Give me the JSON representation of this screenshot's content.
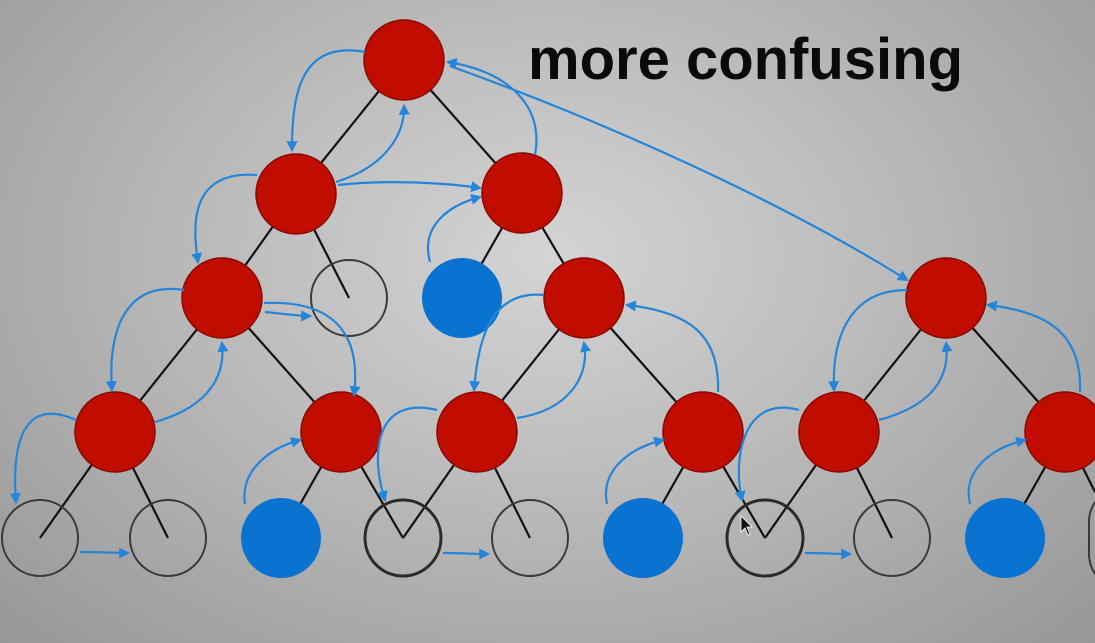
{
  "title": "more confusing",
  "colors": {
    "red_node": "#c00d00",
    "blue_node": "#0a72d1",
    "empty_node_stroke": "#3a3a3a",
    "edge": "#111111",
    "arrow": "#2585d8"
  },
  "nodes": [
    {
      "id": "root",
      "kind": "red"
    },
    {
      "id": "l1-left",
      "kind": "red"
    },
    {
      "id": "l1-mid",
      "kind": "red"
    },
    {
      "id": "l2-a",
      "kind": "red"
    },
    {
      "id": "l2-b",
      "kind": "empty"
    },
    {
      "id": "l2-c",
      "kind": "blue"
    },
    {
      "id": "l2-d",
      "kind": "red"
    },
    {
      "id": "l2-right",
      "kind": "red"
    },
    {
      "id": "l3-a",
      "kind": "red"
    },
    {
      "id": "l3-b",
      "kind": "red"
    },
    {
      "id": "l3-c",
      "kind": "red"
    },
    {
      "id": "l3-d",
      "kind": "red"
    },
    {
      "id": "l3-e",
      "kind": "red"
    },
    {
      "id": "l3-f",
      "kind": "red"
    },
    {
      "id": "l4-a",
      "kind": "empty"
    },
    {
      "id": "l4-b",
      "kind": "empty"
    },
    {
      "id": "l4-c",
      "kind": "blue"
    },
    {
      "id": "l4-d",
      "kind": "empty"
    },
    {
      "id": "l4-e",
      "kind": "empty"
    },
    {
      "id": "l4-f",
      "kind": "blue"
    },
    {
      "id": "l4-g",
      "kind": "empty"
    },
    {
      "id": "l4-h",
      "kind": "empty"
    },
    {
      "id": "l4-i",
      "kind": "blue"
    },
    {
      "id": "l4-j",
      "kind": "empty"
    }
  ]
}
